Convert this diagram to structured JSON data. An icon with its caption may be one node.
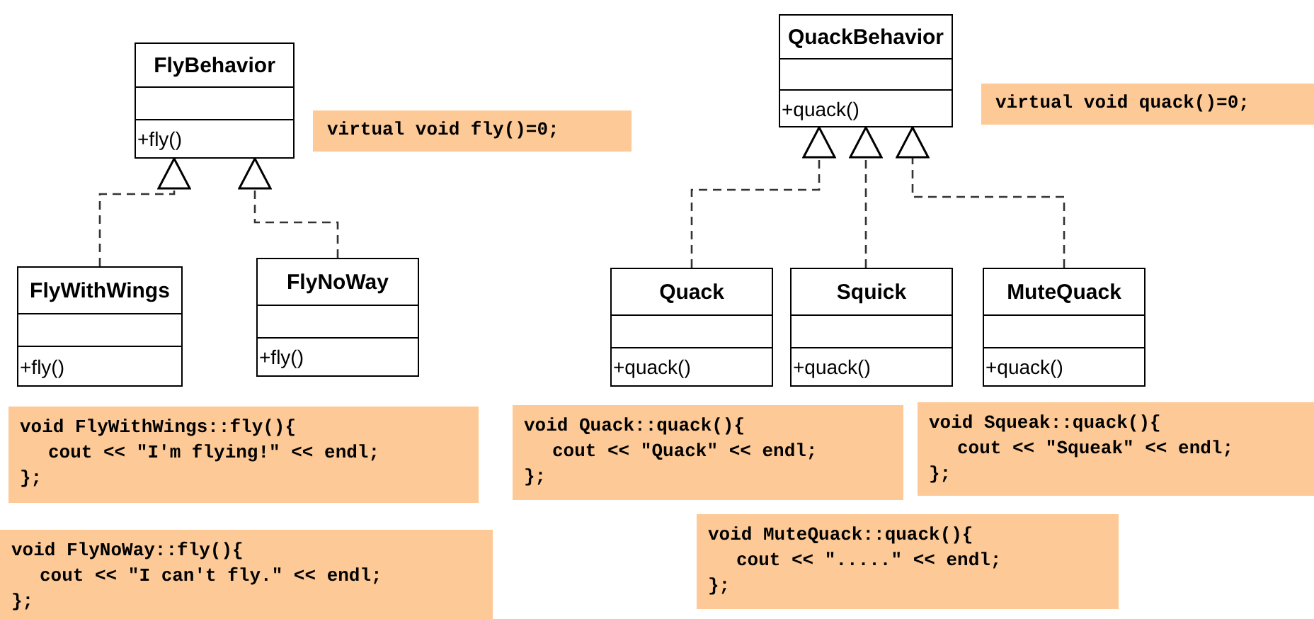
{
  "diagram": {
    "nodes": [
      {
        "text": [
          "FlyBehavior",
          "+fly()"
        ]
      },
      {
        "text": [
          "virtual void fly()=0;"
        ]
      },
      {
        "text": [
          "QuackBehavior",
          "+quack()"
        ]
      },
      {
        "text": [
          "virtual void quack()=0;"
        ]
      },
      {
        "text": [
          "FlyWithWings",
          "+fly()"
        ]
      },
      {
        "text": [
          "FlyNoWay",
          "+fly()"
        ]
      },
      {
        "text": [
          "Quack",
          "+quack()"
        ]
      },
      {
        "text": [
          "Squick",
          "+quack()"
        ]
      },
      {
        "text": [
          "MuteQuack",
          "+quack()"
        ]
      },
      {
        "text": [
          "void FlyWithWings::fly(){",
          "cout << \"I'm flying!\" << endl;",
          "};"
        ]
      },
      {
        "text": [
          "void Quack::quack(){",
          "cout << \"Quack\" << endl;",
          "};"
        ]
      },
      {
        "text": [
          "void Squeak::quack(){",
          "cout << \"Squeak\" << endl;",
          "};"
        ]
      },
      {
        "text": [
          "void FlyNoWay::fly(){",
          "cout << \"I can't fly.\" << endl;",
          "};"
        ]
      },
      {
        "text": [
          "void MuteQuack::quack(){",
          "cout << \".....\" << endl;",
          "};"
        ]
      }
    ],
    "edges": [
      {
        "from": 4,
        "to": 0,
        "arrow": "to",
        "style": "dashed"
      },
      {
        "from": 5,
        "to": 0,
        "arrow": "to",
        "style": "dashed"
      },
      {
        "from": 6,
        "to": 2,
        "arrow": "to",
        "style": "dashed"
      },
      {
        "from": 7,
        "to": 2,
        "arrow": "to",
        "style": "dashed"
      },
      {
        "from": 8,
        "to": 2,
        "arrow": "to",
        "style": "dashed"
      }
    ]
  }
}
